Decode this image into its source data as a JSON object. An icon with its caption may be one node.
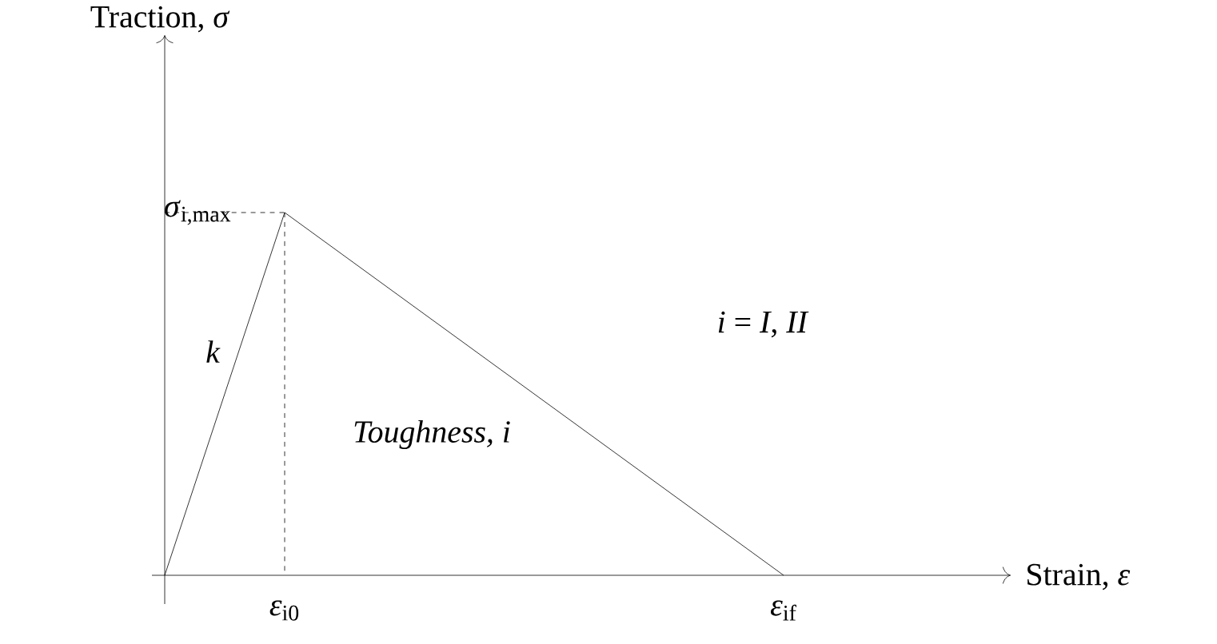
{
  "diagram": {
    "labels": [
      "Traction, *σ*",
      "*σ*$_{i,max}$",
      "*i* = *I*, *II*",
      "k",
      "Toughness, i",
      "*ε*$_{i0}$",
      "*ε*$_{if}$",
      "Strain, *ε*"
    ]
  }
}
